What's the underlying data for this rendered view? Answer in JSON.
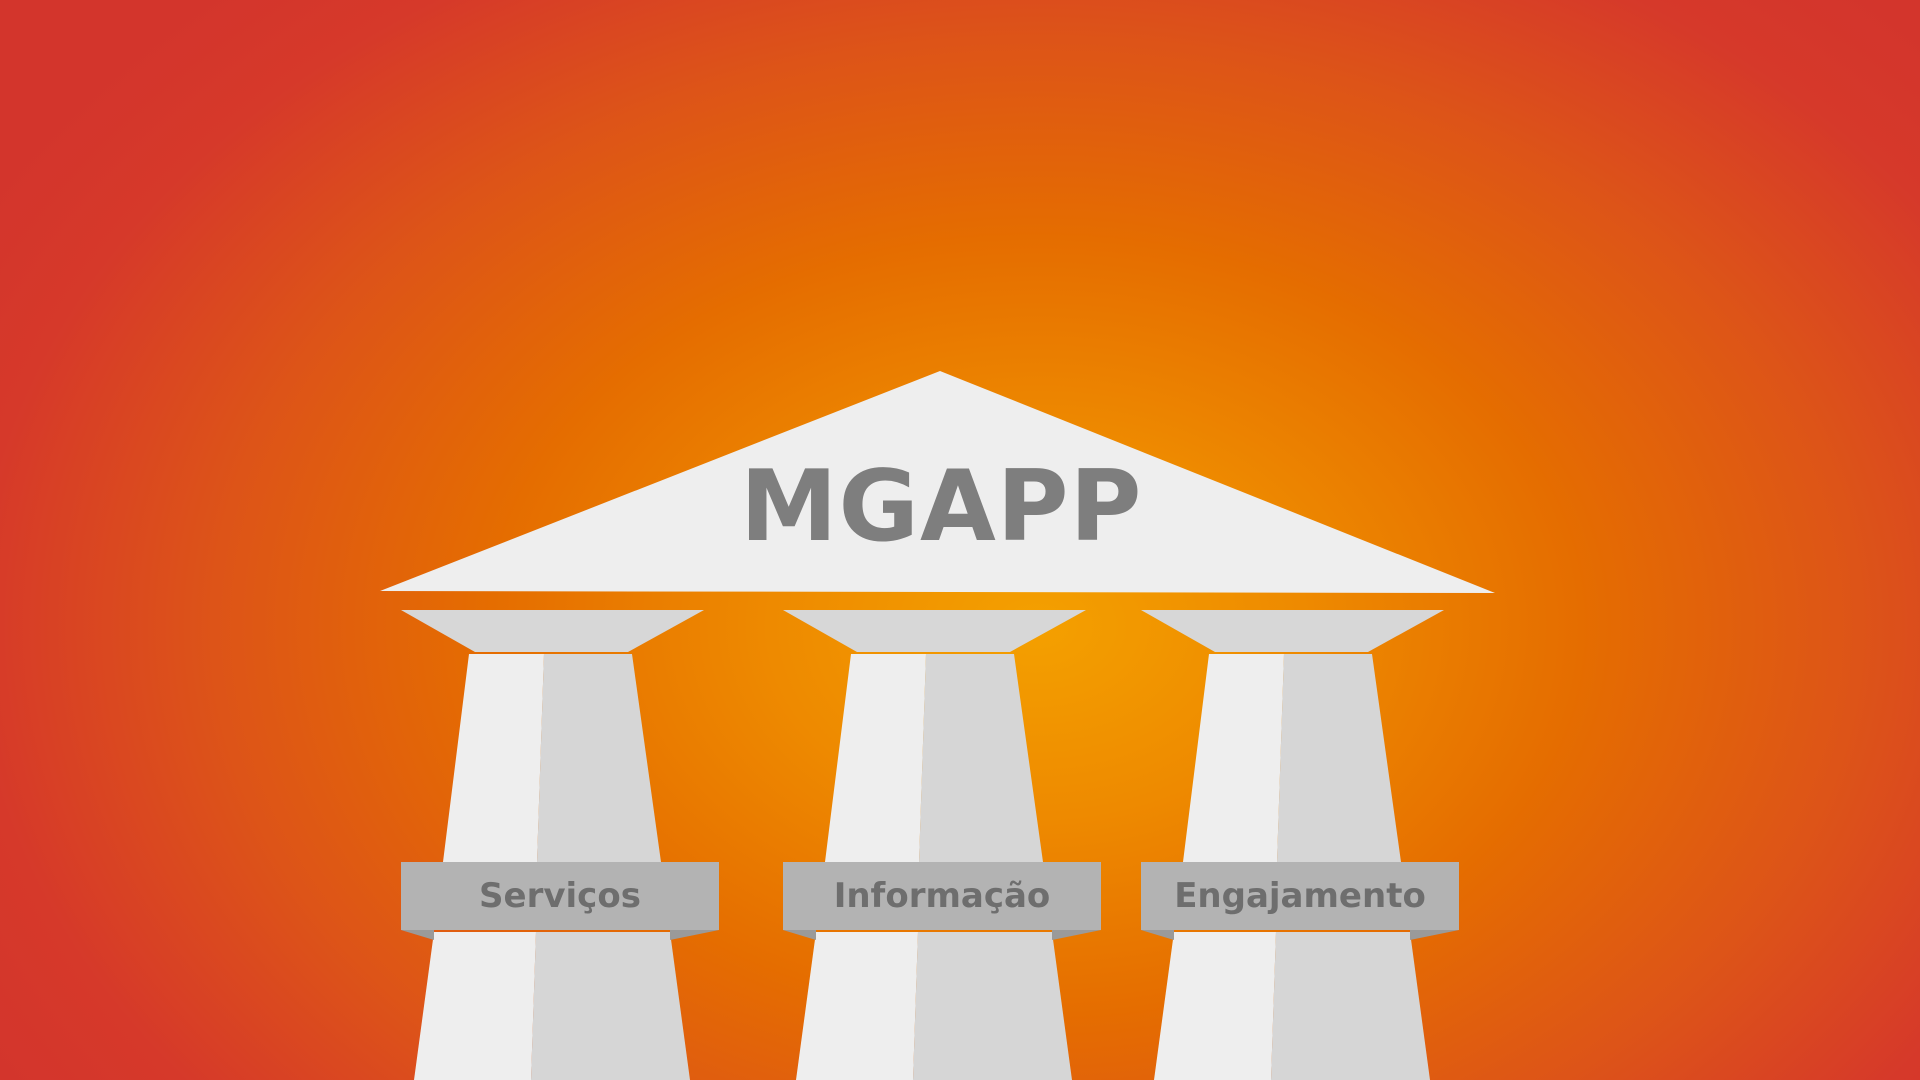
{
  "title": "MGAPP",
  "pillars": [
    {
      "label": "Serviços"
    },
    {
      "label": "Informação"
    },
    {
      "label": "Engajamento"
    }
  ],
  "colors": {
    "background_center": "#f4a000",
    "background_edge": "#d3352c",
    "roof": "#eeeeee",
    "capital": "#d7d7d7",
    "column_light": "#eeeeee",
    "column_shade": "#d6d6d6",
    "band": "#b3b3b3",
    "band_fold": "#9a9a9a",
    "text": "#7e7e7e"
  }
}
